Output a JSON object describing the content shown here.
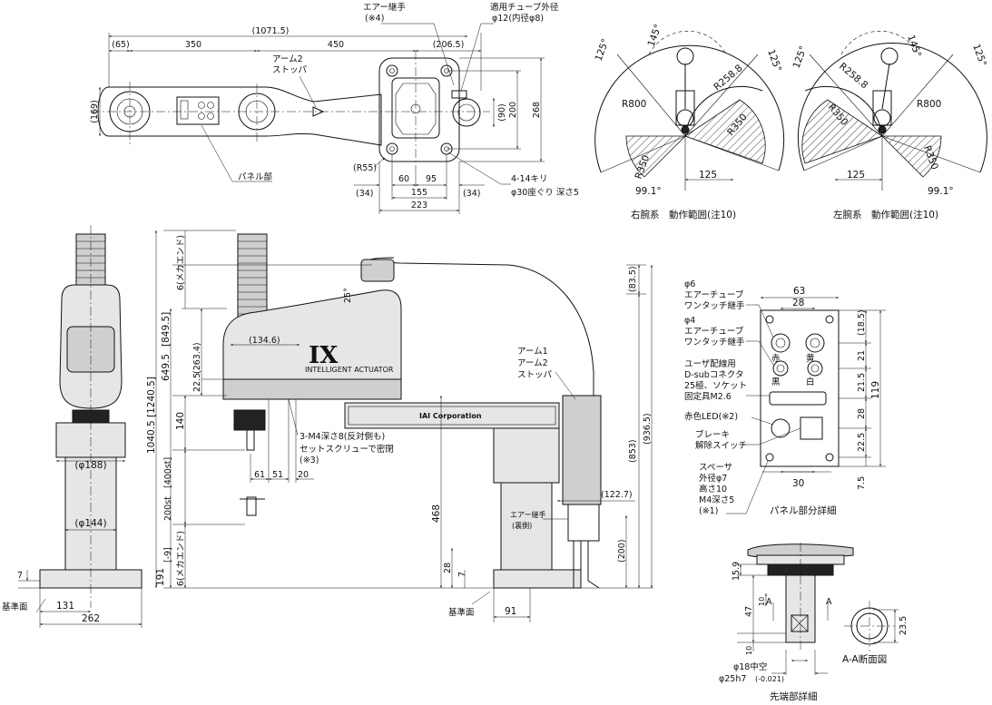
{
  "top_view": {
    "dims": {
      "total_length": "(1071.5)",
      "rear": "(65)",
      "arm1": "350",
      "arm2": "450",
      "front": "(206.5)",
      "width_169": "(169)",
      "d90": "(90)",
      "d200": "200",
      "d268": "268",
      "r55": "(R55)",
      "b34_left": "(34)",
      "b60": "60",
      "b95": "95",
      "b34_right": "(34)",
      "b155": "155",
      "b223": "223"
    },
    "labels": {
      "air_joint": "エアー継手",
      "air_joint_note": "(※4)",
      "tube_od": "適用チューブ外径",
      "tube_spec": "φ12(内径φ8)",
      "arm2_stopper_1": "アーム2",
      "arm2_stopper_2": "ストッパ",
      "panel": "パネル部",
      "drill_1": "4-14キリ",
      "drill_2": "φ30座ぐり 深さ5"
    }
  },
  "range_right": {
    "caption": "右腕系　動作範囲(注10)",
    "a125_left": "125°",
    "a145": "145°",
    "a125_right": "125°",
    "r800": "R800",
    "r258": "R258.8",
    "r350": "R350",
    "r350b": "R350",
    "d125": "125",
    "a991": "99.1°"
  },
  "range_left": {
    "caption": "左腕系　動作範囲(注10)",
    "a125_left": "125°",
    "a145": "145°",
    "a125_right": "125°",
    "r800": "R800",
    "r258": "R258.8",
    "r350": "R350",
    "r350b": "R350",
    "d125": "125",
    "a991": "99.1°"
  },
  "front_view": {
    "d188": "(φ188)",
    "d144": "(φ144)",
    "d131": "131",
    "d262": "262",
    "d7": "7",
    "base_label": "基準面"
  },
  "side_view": {
    "logo": "IX",
    "logo_sub": "INTELLIGENT ACTUATOR",
    "plate": "IAI Corporation",
    "d25deg": "25°",
    "d1346": "(134.6)",
    "d2634": "(263.4)",
    "d225": "22.5",
    "d140": "140",
    "d6495": "649.5",
    "d8495": "[849.5]",
    "d10405": "1040.5",
    "d12405": "[1240.5]",
    "d6mech_top": "6(メカエンド)",
    "d200st": "200st",
    "d400st": "[400st]",
    "d191": "191",
    "d9": "[-9]",
    "d6mech_bot": "6(メカエンド)",
    "d61": "61",
    "d51": "51",
    "d20": "20",
    "d468": "468",
    "d28": "28",
    "d7": "7",
    "d91": "91",
    "d835": "(83.5)",
    "d853": "(853)",
    "d9365": "(936.5)",
    "d1227": "(122.7)",
    "d200b": "(200)",
    "m4_1": "3-M4深さ8(反対側も)",
    "m4_2": "セットスクリューで密閉",
    "m4_3": "(※3)",
    "arm_stopper_1": "アーム1",
    "arm_stopper_2": "アーム2",
    "arm_stopper_3": "ストッパ",
    "air_back_1": "エアー継手",
    "air_back_2": "(裏側)",
    "base_label": "基準面"
  },
  "panel_detail": {
    "caption": "パネル部分詳細",
    "d63": "63",
    "d28": "28",
    "d185": "(18.5)",
    "d21a": "21",
    "d215": "21.5",
    "d119": "119",
    "d28b": "28",
    "d225": "22.5",
    "d75": "7.5",
    "d30": "30",
    "phi6_1": "φ6",
    "phi6_2": "エアーチューブ",
    "phi6_3": "ワンタッチ継手",
    "phi4_1": "φ4",
    "phi4_2": "エアーチューブ",
    "phi4_3": "ワンタッチ継手",
    "dsub_1": "ユーザ配線用",
    "dsub_2": "D-subコネクタ",
    "dsub_3": "25極、ソケット",
    "dsub_4": "固定具M2.6",
    "led": "赤色LED(※2)",
    "brake_1": "ブレーキ",
    "brake_2": "解除スイッチ",
    "spacer_1": "スペーサ",
    "spacer_2": "外径φ7",
    "spacer_3": "高さ10",
    "spacer_4": "M4深さ5",
    "spacer_5": "(※1)",
    "col_red": "赤",
    "col_yellow": "黄",
    "col_black": "黒",
    "col_white": "白"
  },
  "tip_detail": {
    "caption": "先端部詳細",
    "d159": "15.9",
    "d47": "47",
    "d10a": "10",
    "d10b": "10",
    "sec_a1": "A",
    "sec_a2": "A",
    "phi18": "φ18中空",
    "phi25": "φ25h7",
    "tol": "(-0.021)",
    "section_caption": "A-A断面図",
    "d235": "23.5"
  }
}
